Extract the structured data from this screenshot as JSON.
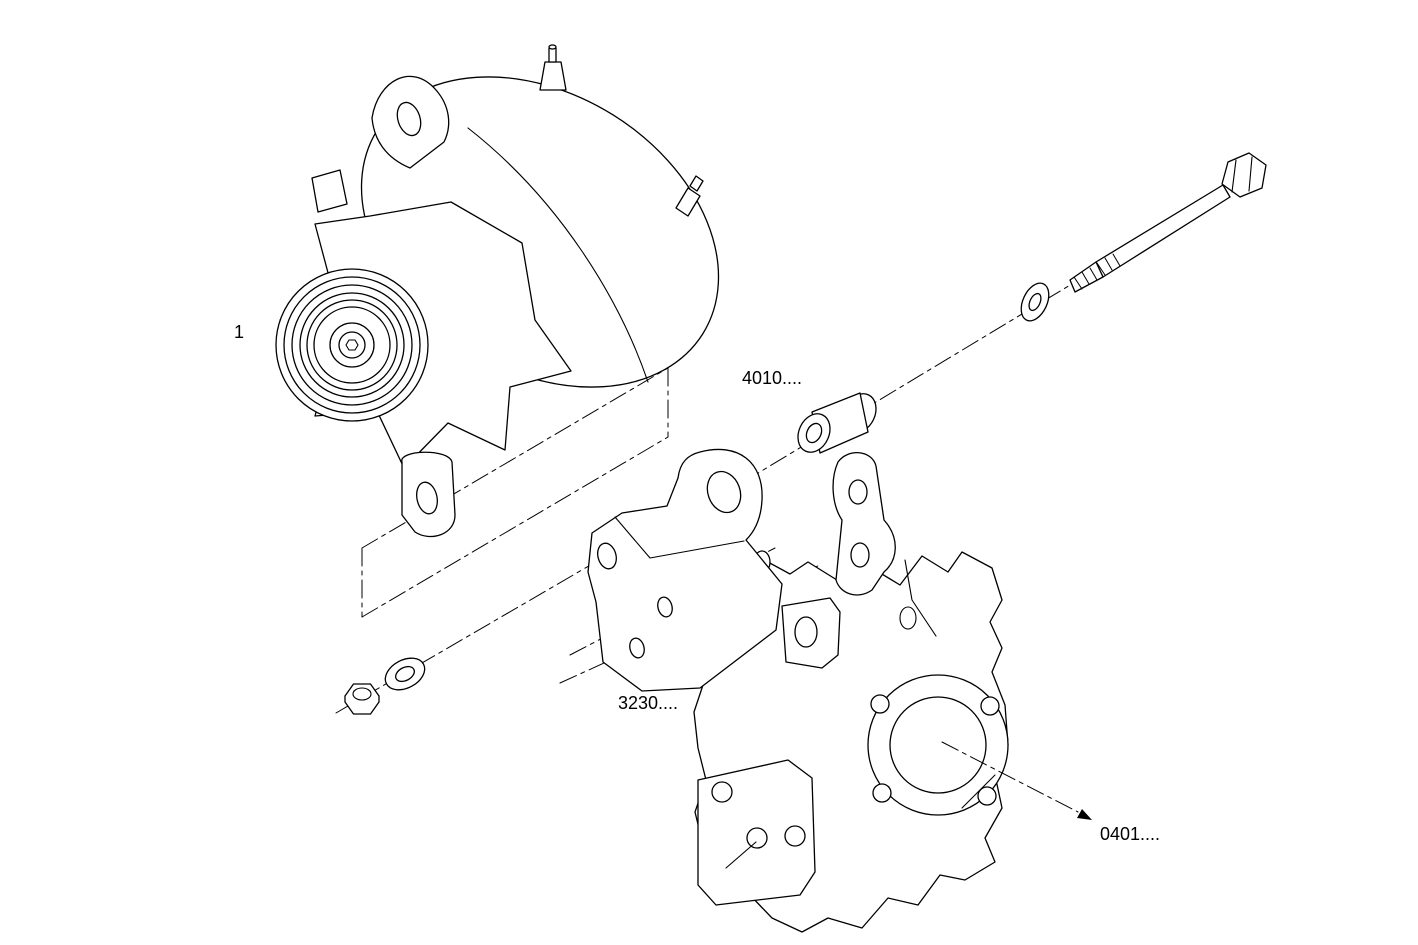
{
  "page": {
    "background": "#ffffff",
    "line_color": "#000000"
  },
  "labels": {
    "ref_1": "1",
    "ref_4010": "4010....",
    "ref_3230": "3230....",
    "ref_0401": "0401...."
  }
}
